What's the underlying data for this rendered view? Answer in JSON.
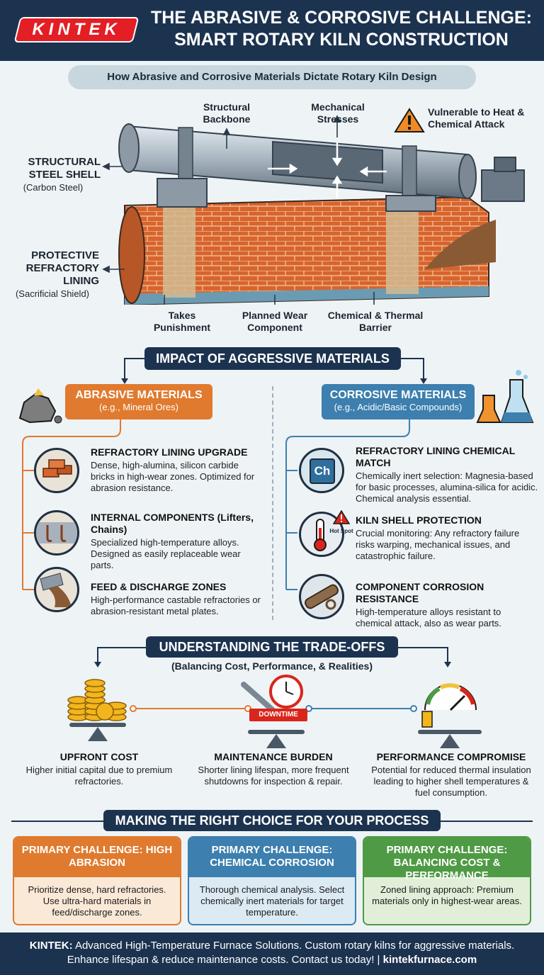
{
  "header": {
    "logo": "KINTEK",
    "title_line1": "THE ABRASIVE & CORROSIVE CHALLENGE:",
    "title_line2": "SMART ROTARY KILN CONSTRUCTION"
  },
  "diagram": {
    "subtitle": "How Abrasive and Corrosive Materials Dictate Rotary Kiln Design",
    "callouts": {
      "structural_backbone": "Structural Backbone",
      "mechanical_stresses": "Mechanical Stresses",
      "vulnerable": "Vulnerable to Heat & Chemical Attack",
      "steel_shell_title": "STRUCTURAL STEEL SHELL",
      "steel_shell_sub": "(Carbon Steel)",
      "refractory_title": "PROTECTIVE REFRACTORY LINING",
      "refractory_sub": "(Sacrificial Shield)",
      "takes_punishment": "Takes Punishment",
      "planned_wear": "Planned Wear Component",
      "barrier": "Chemical & Thermal Barrier"
    }
  },
  "impact": {
    "heading": "IMPACT OF AGGRESSIVE MATERIALS",
    "abrasive": {
      "title": "ABRASIVE MATERIALS",
      "sub": "(e.g., Mineral Ores)",
      "color": "#e07a2e",
      "items": [
        {
          "title": "REFRACTORY LINING UPGRADE",
          "text": "Dense, high-alumina, silicon carbide bricks in high-wear zones. Optimized for abrasion resistance."
        },
        {
          "title": "INTERNAL COMPONENTS (Lifters, Chains)",
          "text": "Specialized high-temperature alloys. Designed as easily replaceable wear parts."
        },
        {
          "title": "FEED & DISCHARGE ZONES",
          "text": "High-performance castable refractories or abrasion-resistant metal plates."
        }
      ]
    },
    "corrosive": {
      "title": "CORROSIVE MATERIALS",
      "sub": "(e.g., Acidic/Basic Compounds)",
      "color": "#3d7fae",
      "items": [
        {
          "title": "REFRACTORY LINING CHEMICAL MATCH",
          "text": "Chemically inert selection: Magnesia-based for basic processes, alumina-silica for acidic. Chemical analysis essential."
        },
        {
          "title": "KILN SHELL PROTECTION",
          "text": "Crucial monitoring: Any refractory failure risks warping, mechanical issues, and catastrophic failure."
        },
        {
          "title": "COMPONENT CORROSION RESISTANCE",
          "text": "High-temperature alloys resistant to chemical attack, also as wear parts."
        }
      ],
      "icon_ch": "Ch",
      "hot_spot": "Hot Spot"
    }
  },
  "tradeoffs": {
    "heading": "UNDERSTANDING THE TRADE-OFFS",
    "sub": "(Balancing Cost, Performance, & Realities)",
    "downtime": "DOWNTIME",
    "items": [
      {
        "title": "UPFRONT COST",
        "text": "Higher initial capital due to premium refractories."
      },
      {
        "title": "MAINTENANCE BURDEN",
        "text": "Shorter lining lifespan, more frequent shutdowns for inspection & repair."
      },
      {
        "title": "PERFORMANCE COMPROMISE",
        "text": "Potential for reduced thermal insulation leading to higher shell temperatures & fuel consumption."
      }
    ]
  },
  "choice": {
    "heading": "MAKING THE RIGHT CHOICE FOR YOUR PROCESS",
    "cards": [
      {
        "title": "PRIMARY CHALLENGE: HIGH ABRASION",
        "text": "Prioritize dense, hard refractories. Use ultra-hard materials in feed/discharge zones.",
        "color": "#e07a2e"
      },
      {
        "title": "PRIMARY CHALLENGE: CHEMICAL CORROSION",
        "text": "Thorough chemical analysis. Select chemically inert materials for target temperature.",
        "color": "#3d7fae"
      },
      {
        "title": "PRIMARY CHALLENGE: BALANCING COST & PERFORMANCE",
        "text": "Zoned lining approach: Premium materials only in highest-wear areas.",
        "color": "#4f9a45"
      }
    ]
  },
  "footer": {
    "brand": "KINTEK:",
    "line1": "Advanced High-Temperature Furnace Solutions. Custom rotary kilns for aggressive materials.",
    "line2": "Enhance lifespan & reduce maintenance costs. Contact us today! |",
    "url": "kintekfurnace.com"
  }
}
